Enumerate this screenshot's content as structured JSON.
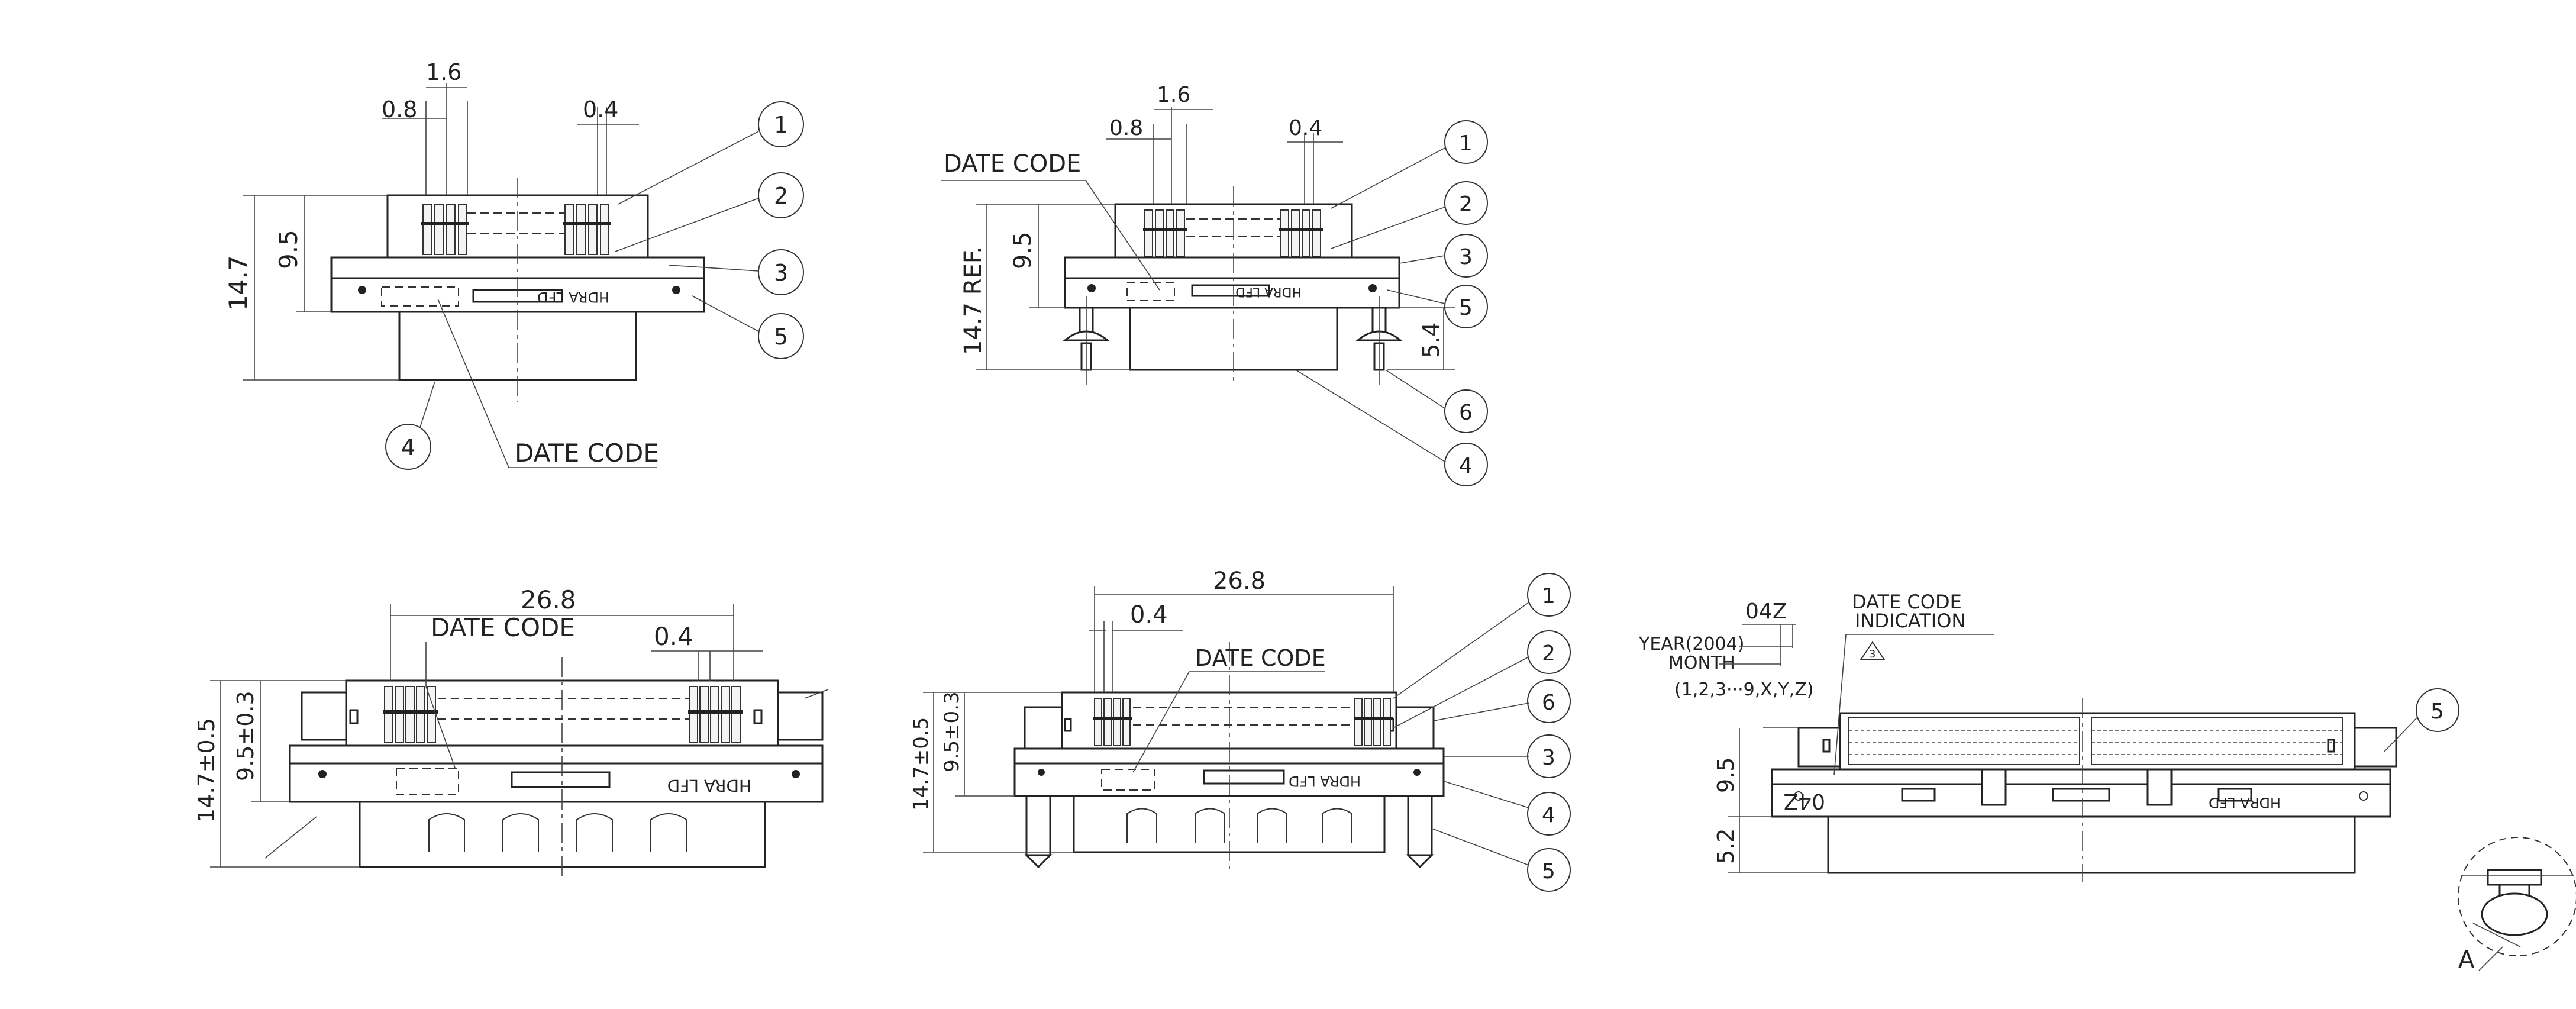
{
  "views": [
    {
      "id": "top-left",
      "dims": {
        "d1": "1.6",
        "d2": "0.8",
        "d3": "0.4",
        "height_total": "14.7",
        "height_body": "9.5"
      },
      "part_text": "HDRA LFD",
      "callouts": [
        "1",
        "2",
        "3",
        "5",
        "4"
      ],
      "date_code": "DATE CODE"
    },
    {
      "id": "top-middle",
      "dims": {
        "d1": "1.6",
        "d2": "0.8",
        "d3": "0.4",
        "height_total": "14.7 REF.",
        "height_body": "9.5",
        "screw": "5.4"
      },
      "part_text": "HDRA LFD",
      "callouts": [
        "1",
        "2",
        "3",
        "5",
        "6",
        "4"
      ],
      "date_code": "DATE CODE"
    },
    {
      "id": "bottom-left",
      "dims": {
        "width": "26.8",
        "pitch": "0.4",
        "height_total": "14.7±0.5",
        "height_body": "9.5±0.3"
      },
      "part_text": "HDRA LFD",
      "date_code": "DATE CODE"
    },
    {
      "id": "bottom-middle",
      "dims": {
        "width": "26.8",
        "pitch": "0.4",
        "height_total": "14.7±0.5",
        "height_body": "9.5±0.3"
      },
      "part_text": "HDRA LFD",
      "callouts": [
        "1",
        "2",
        "6",
        "3",
        "4",
        "5"
      ],
      "date_code": "DATE CODE"
    },
    {
      "id": "bottom-right",
      "dims": {
        "height_body": "9.5",
        "height_lower": "5.2"
      },
      "part_text": "HDRA LFD",
      "mirror_code": "04Z",
      "callouts": [
        "5"
      ],
      "date_code_indication": {
        "code": "04Z",
        "title_line1": "DATE CODE",
        "title_line2": "INDICATION",
        "year": "YEAR(2004)",
        "month": "MONTH",
        "month_values": "(1,2,3···9,X,Y,Z)",
        "revision": "3"
      },
      "detail_label": "A"
    }
  ]
}
